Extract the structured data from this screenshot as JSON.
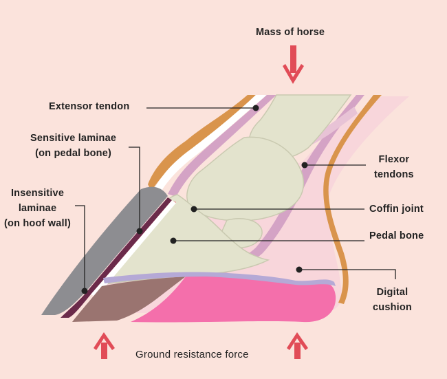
{
  "top_force": "Mass of horse",
  "bottom_force": "Ground resistance force",
  "labels": {
    "extensor_tendon": "Extensor tendon",
    "sensitive_laminae": [
      "Sensitive laminae",
      "(on pedal bone)"
    ],
    "insensitive_laminae": [
      "Insensitive",
      "laminae",
      "(on hoof wall)"
    ],
    "flexor_tendons": [
      "Flexor",
      "tendons"
    ],
    "coffin_joint": "Coffin joint",
    "pedal_bone": "Pedal bone",
    "digital_cushion": [
      "Digital",
      "cushion"
    ]
  },
  "colors": {
    "background": "#fbe3dc",
    "arrow": "#e14c57",
    "bone": "#e3e3cd",
    "tendon": "#d4a3c5",
    "skin": "#d9944c",
    "hoof_wall": "#8d8d91",
    "sole": "#9a7470",
    "digital_cushion": "#f46fab",
    "laminae": "#e6212e"
  }
}
